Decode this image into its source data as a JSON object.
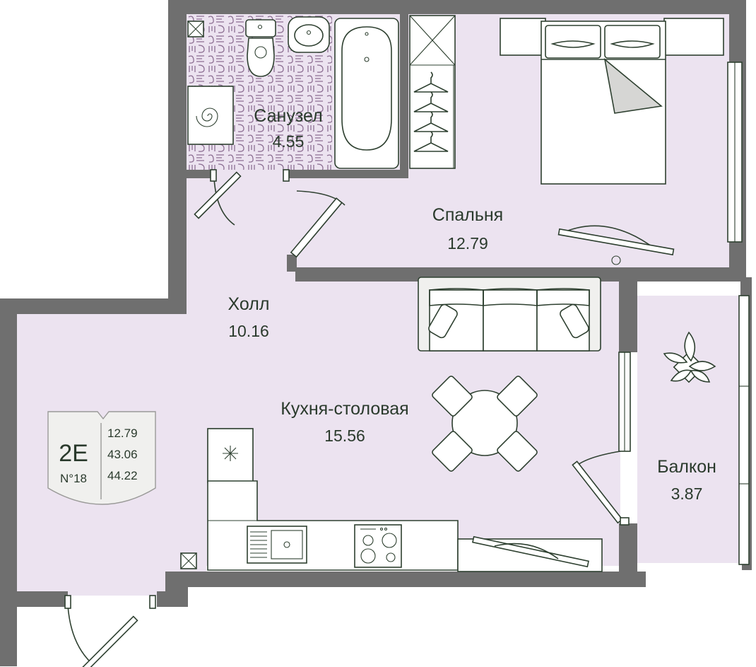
{
  "colors": {
    "floor": "#ece3f0",
    "wall": "#6f6f6f",
    "line": "#2e4030",
    "badge": "#f0f0ee"
  },
  "rooms": {
    "bathroom": {
      "name": "Санузел",
      "area": "4.55"
    },
    "bedroom": {
      "name": "Спальня",
      "area": "12.79"
    },
    "hall": {
      "name": "Холл",
      "area": "10.16"
    },
    "kitchen": {
      "name": "Кухня-столовая",
      "area": "15.56"
    },
    "balcony": {
      "name": "Балкон",
      "area": "3.87"
    }
  },
  "badge": {
    "code": "2E",
    "number": "N°18",
    "values": [
      "12.79",
      "43.06",
      "44.22"
    ]
  },
  "icons": [
    "toilet-icon",
    "sink-icon",
    "bathtub-icon",
    "washing-machine-icon",
    "wardrobe-icon",
    "hanger-icon",
    "bed-icon",
    "sofa-icon",
    "dining-table-icon",
    "chair-icon",
    "stove-icon",
    "fridge-icon",
    "plant-icon",
    "vent-icon",
    "door-icon",
    "window-icon"
  ]
}
